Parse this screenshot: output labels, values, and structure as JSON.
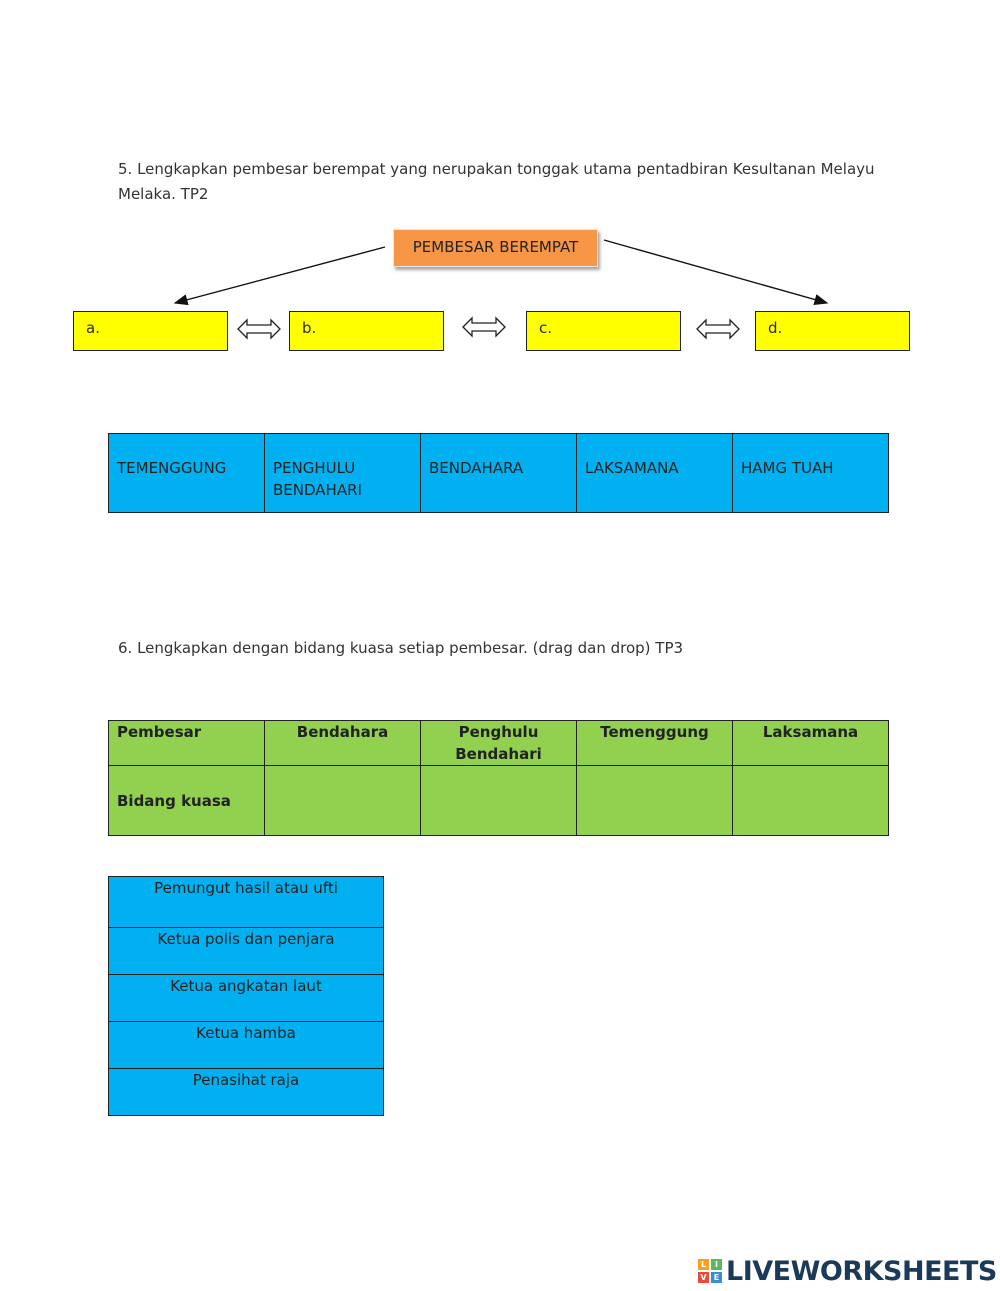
{
  "question5": {
    "text": "5. Lengkapkan pembesar berempat yang nerupakan tonggak utama pentadbiran Kesultanan Melayu Melaka. TP2",
    "header": "PEMBESAR BEREMPAT",
    "answer_boxes": [
      "a.",
      "b.",
      "c.",
      "d."
    ],
    "options": [
      "TEMENGGUNG",
      "PENGHULU BENDAHARI",
      "BENDAHARA",
      "LAKSAMANA",
      "HAMG TUAH"
    ]
  },
  "question6": {
    "text": "6. Lengkapkan dengan bidang kuasa setiap pembesar. (drag dan drop) TP3",
    "table_headers": [
      "Pembesar",
      "Bendahara",
      "Penghulu Bendahari",
      "Temenggung",
      "Laksamana"
    ],
    "row_label": "Bidang kuasa",
    "duties": [
      "Pemungut hasil atau ufti",
      "Ketua polis dan penjara",
      "Ketua angkatan laut",
      "Ketua hamba",
      "Penasihat raja"
    ]
  },
  "footer": {
    "logo_text": "LIVEWORKSHEETS",
    "logo_letters": [
      "L",
      "I",
      "V",
      "E"
    ],
    "logo_colors": [
      "#f6a21e",
      "#5cb85c",
      "#e84c3d",
      "#3a8ed0"
    ]
  }
}
